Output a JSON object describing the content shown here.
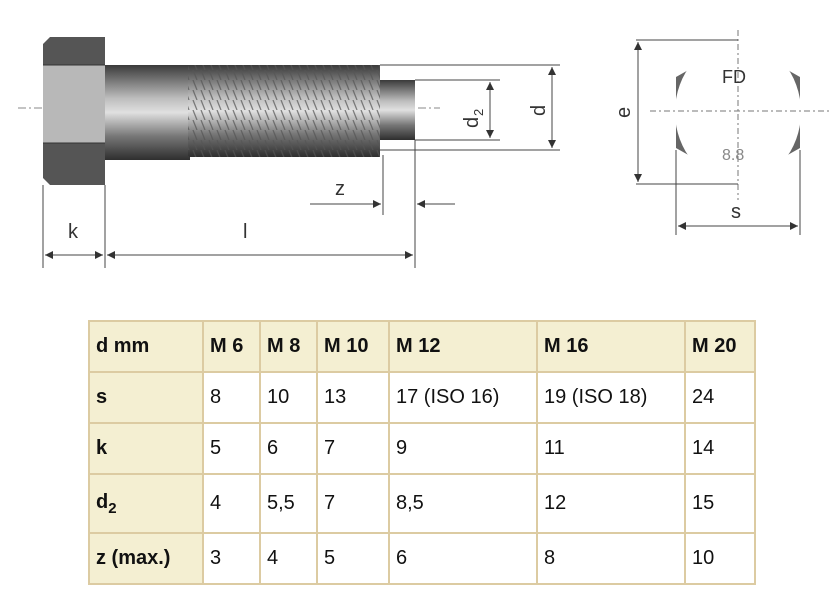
{
  "drawing": {
    "labels": {
      "k": "k",
      "l": "l",
      "z": "z",
      "d": "d",
      "d2_main": "d",
      "d2_sub": "2",
      "e": "e",
      "s": "s",
      "marking_top": "FD",
      "marking_bottom": "8.8"
    }
  },
  "table": {
    "header": [
      "d mm",
      "M 6",
      "M 8",
      "M 10",
      "M 12",
      "M 16",
      "M 20"
    ],
    "rows": [
      {
        "label": "s",
        "values": [
          "8",
          "10",
          "13",
          "17 (ISO 16)",
          "19 (ISO 18)",
          "24"
        ]
      },
      {
        "label": "k",
        "values": [
          "5",
          "6",
          "7",
          "9",
          "11",
          "14"
        ]
      },
      {
        "label": "d",
        "label_sub": "2",
        "values": [
          "4",
          "5,5",
          "7",
          "8,5",
          "12",
          "15"
        ]
      },
      {
        "label": "z (max.)",
        "values": [
          "3",
          "4",
          "5",
          "6",
          "8",
          "10"
        ]
      }
    ]
  },
  "colors": {
    "header_bg": "#f4efd2",
    "border": "#dccba2"
  }
}
